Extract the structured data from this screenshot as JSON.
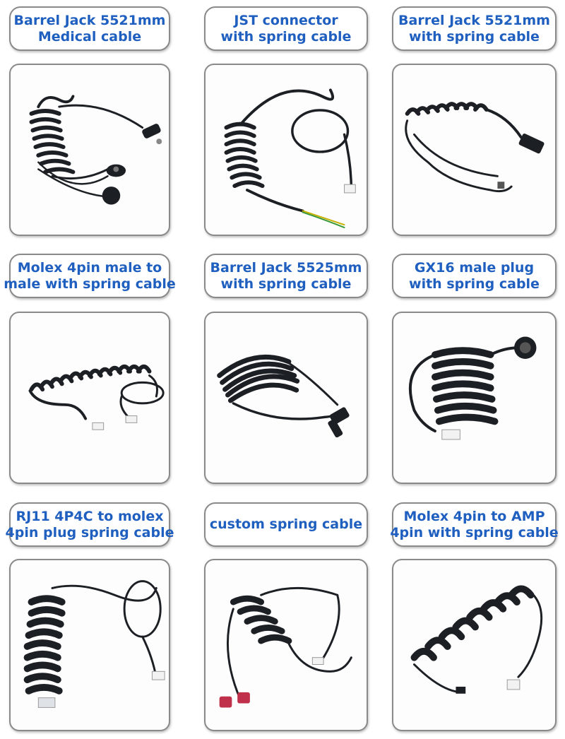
{
  "products": [
    {
      "title_line1": "Barrel Jack 5521mm",
      "title_line2": "Medical cable",
      "image": "coiled-medical-cable-with-snap-electrodes-photo"
    },
    {
      "title_line1": "JST connector",
      "title_line2": "with spring cable",
      "image": "coiled-cable-with-jst-connector-photo"
    },
    {
      "title_line1": "Barrel Jack 5521mm",
      "title_line2": "with spring cable",
      "image": "coiled-cable-with-barrel-jack-photo"
    },
    {
      "title_line1": "Molex 4pin male to",
      "title_line2": "male with spring cable",
      "image": "coiled-cable-molex-4pin-photo"
    },
    {
      "title_line1": "Barrel Jack 5525mm",
      "title_line2": "with spring cable",
      "image": "coiled-cable-right-angle-barrel-plug-photo"
    },
    {
      "title_line1": "GX16 male plug",
      "title_line2": "with spring cable",
      "image": "coiled-cable-gx16-aviation-plug-photo"
    },
    {
      "title_line1": "RJ11 4P4C to molex",
      "title_line2": "4pin plug spring cable",
      "image": "coiled-cable-rj11-to-molex-photo"
    },
    {
      "title_line1": "custom spring cable",
      "title_line2": "",
      "image": "custom-coiled-cable-with-red-connectors-photo"
    },
    {
      "title_line1": "Molex 4pin to AMP",
      "title_line2": "4pin with spring cable",
      "image": "coiled-cable-molex-to-amp-photo"
    }
  ],
  "colors": {
    "label_text": "#1f5fbf",
    "frame_border": "#8a8a8a",
    "cable": "#1c1f24",
    "background": "#ffffff"
  }
}
